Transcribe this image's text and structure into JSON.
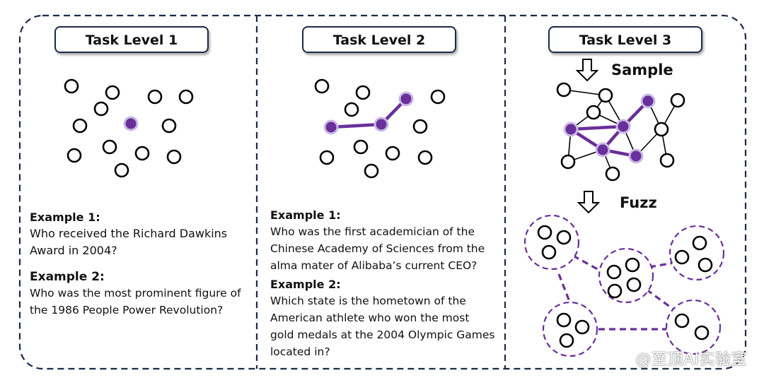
{
  "panels": [
    {
      "title": "Task Level 1",
      "example1_label": "Example 1:",
      "example1_text": "Who received the Richard Dawkins Award in 2004?",
      "example2_label": "Example 2:",
      "example2_text": "Who was the most prominent figure of the 1986 People Power Revolution?"
    },
    {
      "title": "Task Level 2",
      "example1_label": "Example 1:",
      "example1_text": "Who was the first academician of the Chinese Academy of Sciences from the alma mater of Alibaba’s current CEO?",
      "example2_label": "Example 2:",
      "example2_text": "Which state is the hometown of the American athlete who won the most gold medals at the 2004 Olympic Games located in?"
    },
    {
      "title": "Task Level 3",
      "sample_label": "Sample",
      "fuzz_label": "Fuzz"
    }
  ],
  "watermark": "@至顶AI实验室",
  "colors": {
    "highlight": "#6a2f9a",
    "border": "#1b2a4a",
    "dashed_cluster": "#6a2f9a"
  }
}
